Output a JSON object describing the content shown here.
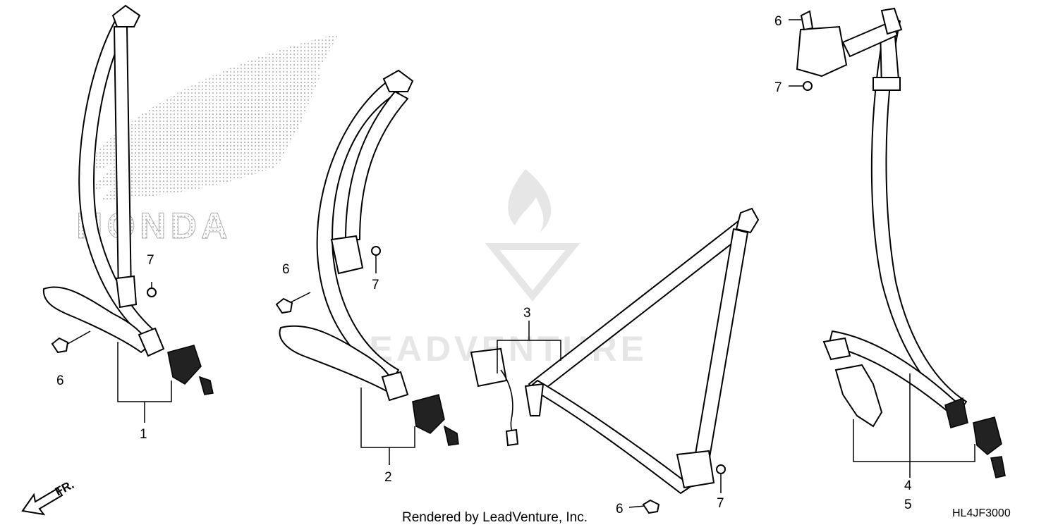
{
  "diagram": {
    "callouts": {
      "c1": "1",
      "c2": "2",
      "c3": "3",
      "c45a": "4",
      "c45b": "5",
      "a6_1": "6",
      "a7_1": "7",
      "a6_2": "6",
      "a7_2": "7",
      "a6_3": "6",
      "a7_3": "7",
      "a6_4": "6",
      "a7_4": "7"
    },
    "watermark_logo_text": "HONDA",
    "watermark_brand_text": "LEADVENTURE",
    "direction_label": "FR.",
    "footer_credit": "Rendered by LeadVenture, Inc.",
    "diagram_code": "HL4JF3000"
  }
}
